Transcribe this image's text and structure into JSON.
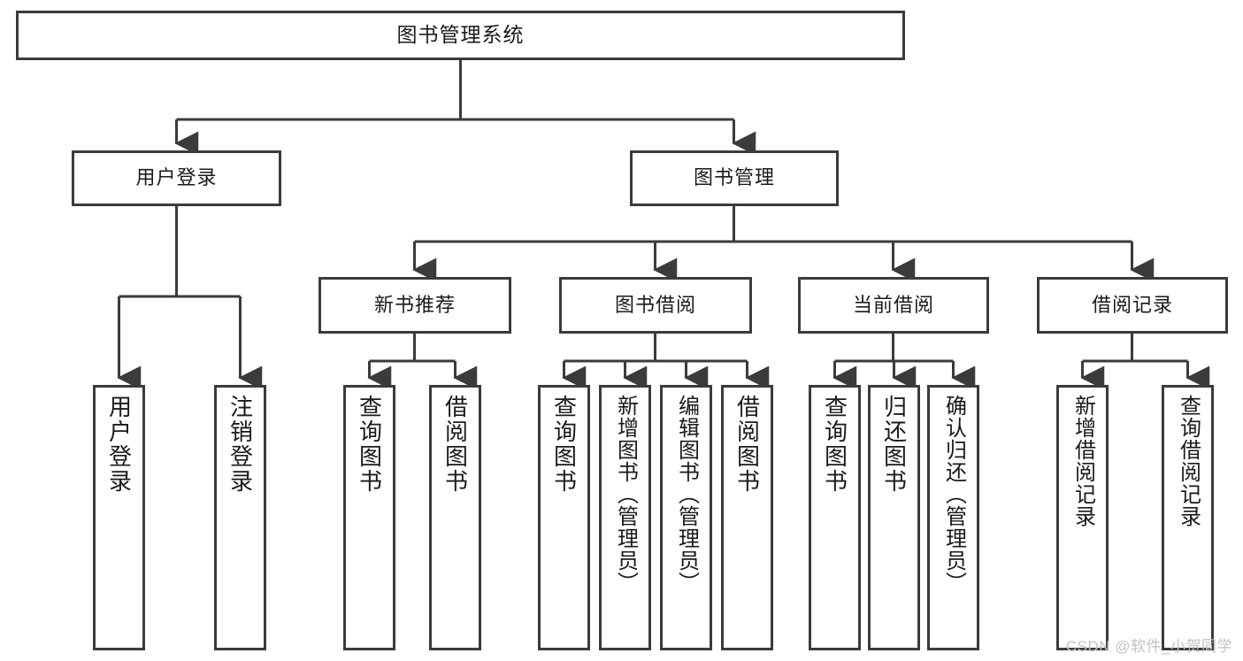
{
  "diagram": {
    "title": "图书管理系统",
    "type": "tree-hierarchy",
    "orientation": "top-down",
    "colors": {
      "box_border": "#3b3b3b",
      "box_fill": "#ffffff",
      "connector": "#3b3b3b",
      "text": "#1a1a1a",
      "watermark": "#c2c2c2",
      "background": "#ffffff"
    },
    "root": {
      "label": "图书管理系统"
    },
    "level2": [
      {
        "label": "用户登录"
      },
      {
        "label": "图书管理"
      }
    ],
    "level3": [
      {
        "label": "新书推荐"
      },
      {
        "label": "图书借阅"
      },
      {
        "label": "当前借阅"
      },
      {
        "label": "借阅记录"
      }
    ],
    "leaves": {
      "user_login": [
        {
          "label": "用户登录"
        },
        {
          "label": "注销登录"
        }
      ],
      "new_book_recommend": [
        {
          "label": "查询图书"
        },
        {
          "label": "借阅图书"
        }
      ],
      "book_borrow": [
        {
          "label": "查询图书"
        },
        {
          "label": "新增图书（管理员）"
        },
        {
          "label": "编辑图书（管理员）"
        },
        {
          "label": "借阅图书"
        }
      ],
      "current_borrow": [
        {
          "label": "查询图书"
        },
        {
          "label": "归还图书"
        },
        {
          "label": "确认归还（管理员）"
        }
      ],
      "borrow_record": [
        {
          "label": "新增借阅记录"
        },
        {
          "label": "查询借阅记录"
        }
      ]
    }
  },
  "watermark": {
    "text": "CSDN @软件_小贺同学"
  }
}
